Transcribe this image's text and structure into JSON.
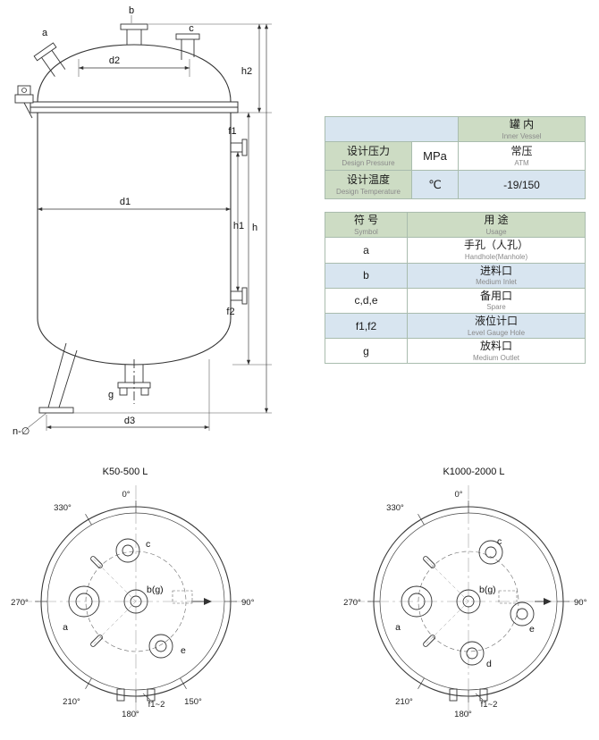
{
  "colors": {
    "table_green": "#cddcc4",
    "table_blue": "#d8e5f0",
    "line": "#333333"
  },
  "vessel": {
    "nozzles": {
      "a": "a",
      "b": "b",
      "c": "c",
      "g": "g",
      "f1": "f1",
      "f2": "f2"
    },
    "dimensions": {
      "d1": "d1",
      "d2": "d2",
      "d3": "d3",
      "h": "h",
      "h1": "h1",
      "h2": "h2",
      "n_holes": "n-∅"
    }
  },
  "design_table": {
    "header": {
      "zh": "罐 内",
      "en": "Inner Vessel"
    },
    "rows": [
      {
        "param_zh": "设计压力",
        "param_en": "Design Pressure",
        "unit": "MPa",
        "value_zh": "常压",
        "value_en": "ATM"
      },
      {
        "param_zh": "设计温度",
        "param_en": "Design Temperature",
        "unit": "℃",
        "value": "-19/150"
      }
    ]
  },
  "symbol_table": {
    "header": {
      "symbol_zh": "符 号",
      "symbol_en": "Symbol",
      "usage_zh": "用 途",
      "usage_en": "Usage"
    },
    "rows": [
      {
        "symbol": "a",
        "usage_zh": "手孔（人孔）",
        "usage_en": "Handhole(Manhole)"
      },
      {
        "symbol": "b",
        "usage_zh": "进料口",
        "usage_en": "Medium Inlet"
      },
      {
        "symbol": "c,d,e",
        "usage_zh": "备用口",
        "usage_en": "Spare"
      },
      {
        "symbol": "f1,f2",
        "usage_zh": "液位计口",
        "usage_en": "Level Gauge Hole"
      },
      {
        "symbol": "g",
        "usage_zh": "放料口",
        "usage_en": "Medium Outlet"
      }
    ]
  },
  "top_views": {
    "left": {
      "title": "K50-500 L",
      "angles": {
        "deg0": "0°",
        "deg90": "90°",
        "deg150": "150°",
        "deg180": "180°",
        "deg210": "210°",
        "deg270": "270°",
        "deg330": "330°"
      },
      "nozzles": {
        "a": "a",
        "bg": "b(g)",
        "c": "c",
        "e": "e"
      },
      "f_label": "f1~2"
    },
    "right": {
      "title": "K1000-2000 L",
      "angles": {
        "deg0": "0°",
        "deg90": "90°",
        "deg180": "180°",
        "deg210": "210°",
        "deg270": "270°",
        "deg330": "330°"
      },
      "nozzles": {
        "a": "a",
        "bg": "b(g)",
        "c": "c",
        "d": "d",
        "e": "e"
      },
      "f_label": "f1~2"
    }
  }
}
